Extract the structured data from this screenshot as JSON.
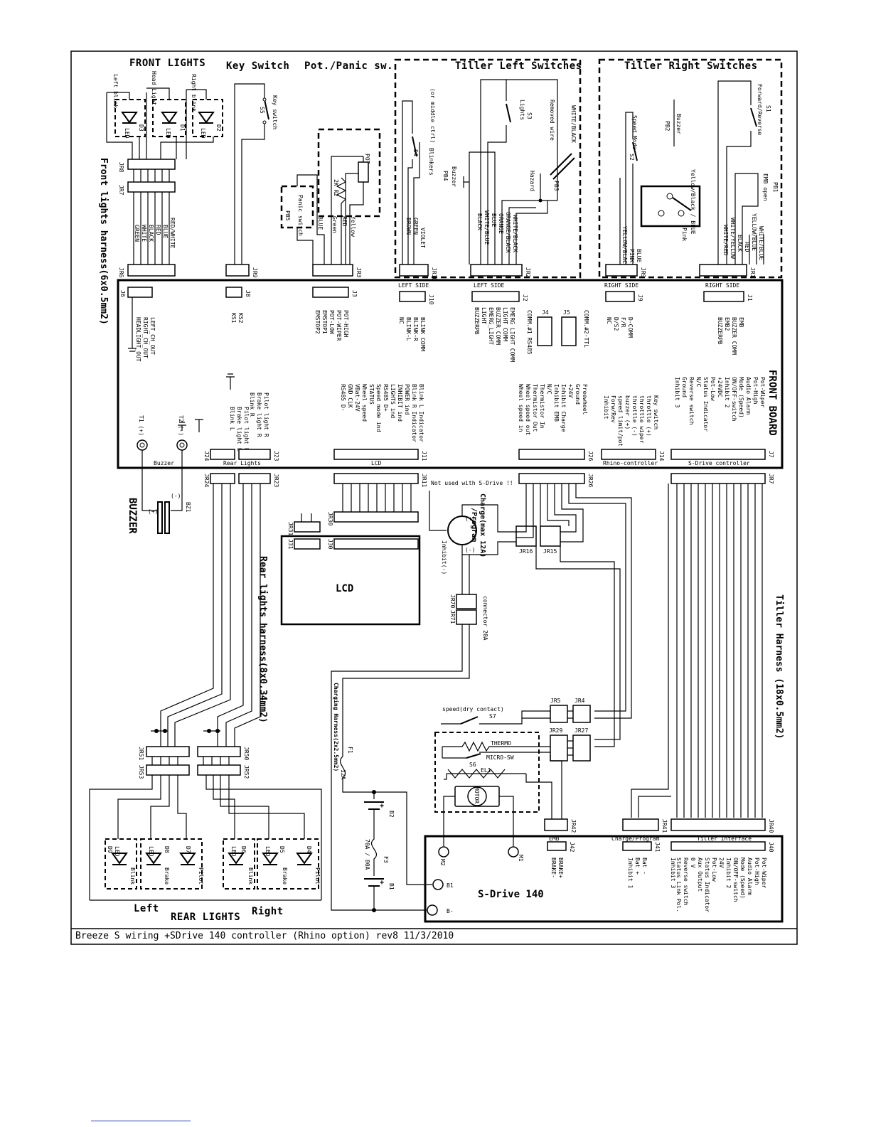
{
  "sections": {
    "front_lights": "FRONT LIGHTS",
    "key_switch": "Key Switch",
    "pot_panic": "Pot./Panic sw.",
    "tiller_left": "Tiller Left Switches",
    "tiller_right": "Tiller Right Switches",
    "front_board": "FRONT BOARD",
    "lcd": "LCD",
    "buzzer": "BUZZER",
    "rear_lights": "REAR LIGHTS",
    "left": "Left",
    "right": "Right",
    "sdrive": "S-Drive 140"
  },
  "harness": {
    "front": "Front lights harness(6x0.5mm2)",
    "rear": "Rear lights harness(8x0.34mm2)",
    "tiller": "Tiller Harness (18x0.5mm2)",
    "charging": "Charging Harness(2x2.5mm2)"
  },
  "front_lights": {
    "leds": [
      {
        "name": "Left blink",
        "ref": "D3",
        "body": "LED"
      },
      {
        "name": "Head Light",
        "ref": "D1",
        "body": "LED"
      },
      {
        "name": "Right blink",
        "ref": "D2",
        "body": "LED"
      }
    ],
    "wires": [
      "RED/WHITE",
      "BLUE",
      "RED",
      "BLACK",
      "WHITE",
      "GREEN"
    ]
  },
  "key_switch": {
    "label": "Key switch",
    "ref": "S5"
  },
  "pot": {
    "pot": "POT",
    "r2": "2K R2",
    "panic": "Panic switch",
    "pb5": "PB5",
    "wires": [
      "BLUE",
      "Green",
      "RED",
      "Yellow"
    ]
  },
  "tiller_left": {
    "note": "(or middle ctrl)",
    "blinkers": "Blinkers",
    "s4": "S4",
    "s3": "S3",
    "lights": "Lights",
    "removed": "Removed wire",
    "white_black": "WHITE/BLACK",
    "buzzer": "Buzzer",
    "pb4": "PB4",
    "hazard": "Hazard",
    "pb3": "PB3",
    "wires_a": [
      "BROWN",
      "GREEN",
      "VIOLET"
    ],
    "wires_b": [
      "WHITE/BLACK",
      "ORANGE/BLACK",
      "ORANGE",
      "BLUE",
      "WHITE/BLUE",
      "BLACK"
    ]
  },
  "tiller_right": {
    "s1": "S1",
    "fr": "Forward/Reverse",
    "buzzer": "Buzzer",
    "pb2": "PB2",
    "speed_mode": "Speed Mode",
    "s2": "S2",
    "emb": "EMB open",
    "pb1": "PB1",
    "yb": "Yellow/Black / BLUE",
    "pink": "Pink",
    "wires_a": [
      "YELLOW/BLACK",
      "PINK",
      "BLUE"
    ],
    "wires_b": [
      "WHITE/BLUE",
      "YELLOW/BLUE",
      "RED",
      "BLACK",
      "WHITE/YELLOW",
      "WHITE/RED"
    ]
  },
  "connectors": {
    "jr8": "JR8",
    "jr7": "JR7",
    "jr6": "JR6",
    "j6": "J6",
    "jr9": "JR9",
    "j8": "J8",
    "jr3": "JR3",
    "j3": "J3",
    "jr10": "JR10",
    "j10": "J10",
    "jr2": "JR2",
    "j2": "J2",
    "jr9b": "JR9",
    "j9": "J9",
    "jr1": "JR1",
    "j1": "J1",
    "j4": "J4",
    "j5": "J5",
    "left_side": "LEFT SIDE",
    "right_side": "RIGHT SIDE",
    "j24": "J24",
    "j23": "J23",
    "j11": "J11",
    "j26": "J26",
    "j14": "J14",
    "j7": "J7",
    "jr24": "JR24",
    "jr23": "JR23",
    "jr11": "JR11",
    "jr26": "JR26",
    "jr30": "JR30",
    "jr31": "JR31",
    "j30": "J30",
    "j31": "J31",
    "jr16": "JR16",
    "jr15": "JR15",
    "jr70": "JR70",
    "jr71": "JR71",
    "jr5": "JR5",
    "jr4": "JR4",
    "jr29": "JR29",
    "jr27": "JR27",
    "jr51": "JR51",
    "jr53": "JR53",
    "jr50": "JR50",
    "jr52": "JR52",
    "jr42": "JR42",
    "jr41": "JR41",
    "jr40": "JR40",
    "j42": "J42",
    "j41": "J41",
    "j40": "J40"
  },
  "board_signals": {
    "j6": [
      "HEADLIGHT_OUT",
      "RIGHT_CH_OUT",
      "LEFT_CH_OUT"
    ],
    "j8": [
      "KS1",
      "KS2"
    ],
    "j3": [
      "POT-HIGH",
      "POT-WIPER",
      "POT-LOW",
      "EMSTOP1",
      "EMSTOP2"
    ],
    "j10": [
      "BLINK COMM",
      "BLINK-R",
      "BLINK-L",
      "NC"
    ],
    "j2": [
      "EMERG LIGHT COMM",
      "LIGHT COMM",
      "BUZZER COMM",
      "EMERG_LIGHT",
      "LIGHT",
      "BUZZERPB"
    ],
    "j4": "COMM.#1 RS485",
    "j5": "COMM.#2-TTL",
    "j9": [
      "D-COMM",
      "F/R",
      "D/S2",
      "NC"
    ],
    "j1": [
      "EMB",
      "BUZZER COMM",
      "EMB2",
      "BUZZERPB"
    ],
    "j24": [
      "Pilot light L",
      "Brake light L",
      "Blink L"
    ],
    "j23": [
      "Pilot light R",
      "Brake light R",
      "Blink R"
    ],
    "j11": [
      "Blink L Indicator",
      "Blink R Indicator",
      "POWER ind",
      "INHIBIT ind",
      "LIGHTS ind",
      "RS485 D+",
      "Speed mode ind",
      "STATUS",
      "Wheel speed",
      "VBat-24V",
      "GND CLK",
      "RS485 D-"
    ],
    "j26": [
      "Freewheel",
      "Ground",
      "+24V",
      "Inhibit Charge",
      "Inhibit EMB",
      "N/C",
      "Thermistor In",
      "Thermistor Out",
      "Wheel speed out",
      "Wheel speed in"
    ],
    "j14": [
      "Key switch",
      "throttle (+)",
      "throttle wiper",
      "throttle (-)",
      "buzzer (+)",
      "speed limit/pot",
      "Forw/Rev",
      "Inhibit"
    ],
    "j7": [
      "Pot-Wiper",
      "Pot-High",
      "Audio Alarm",
      "Mode (Speed)",
      "ON/OFF-switch",
      "Inhibit 2",
      "+24VDC",
      "Pot-Low",
      "Status Indicator",
      "N/C",
      "Reverse switch",
      "Ground",
      "Inhibit 3"
    ]
  },
  "board_labels": {
    "buzzer": "Buzzer",
    "rear_lights": "Rear Lights",
    "lcd": "LCD",
    "rhino": "Rhino-controller",
    "sdrive": "S-Drive controller",
    "t1": "T1 (+)",
    "t2": "T2 (-)",
    "bz1": "BZ1",
    "plus": "(+)",
    "minus": "(-)"
  },
  "charge": {
    "not_used": "Not used with S-Drive !!",
    "label1": "Charge(max 12A)",
    "label2": "/Program",
    "inhibit": "Inhibit(-)",
    "plus": "(+)",
    "minus": "(-)",
    "connector": "connector 20A"
  },
  "speed_contact": {
    "label": "speed(dry contact)",
    "ref": "S7"
  },
  "motor_block": {
    "thermo": "THERMO",
    "micro": "MICRO-SW",
    "s6": "S6",
    "el1": "EL1",
    "motor": "MOTOR"
  },
  "fuses": {
    "f1": "F1",
    "f1v": "12A",
    "f3": "F3",
    "f3v": "70A / 80A"
  },
  "batteries": {
    "b2": "B2",
    "b1": "B1"
  },
  "rear": {
    "leds": [
      {
        "name": "Blink",
        "ref": "D9",
        "body": "LED"
      },
      {
        "name": "Brake",
        "ref": "D8",
        "body": "LED"
      },
      {
        "name": "Pilot",
        "ref": "D7",
        "body": "LED"
      },
      {
        "name": "Blink",
        "ref": "D6",
        "body": "LED"
      },
      {
        "name": "Brake",
        "ref": "D5",
        "body": "LED"
      },
      {
        "name": "Pilot",
        "ref": "D4",
        "body": "LED"
      }
    ]
  },
  "sdrive_ports": {
    "m2": "M2",
    "m1": "M1",
    "b1": "B1",
    "bm": "B-",
    "emb": "EMB",
    "charge_program": "Charge/Program",
    "tiller_interface": "Tiller Interface",
    "j42_sig": [
      "BRAKE+",
      "BRAKE-"
    ],
    "j41_sig": [
      "Bat -",
      "Bat +",
      "Inhibit 1"
    ],
    "j40_sig": [
      "Pot-Wiper",
      "Pot-High",
      "Audio Alarm",
      "Mode (Speed)",
      "ON/OFF-switch",
      "Inhibit 2",
      "24V",
      "Pot-Low",
      "Status Indicator",
      "Aux Output",
      "0 V",
      "Reverse switch",
      "Status Link Pol.",
      "Inhibit 3"
    ]
  },
  "footer": "Breeze S wiring +SDrive 140 controller (Rhino option) rev8 11/3/2010"
}
